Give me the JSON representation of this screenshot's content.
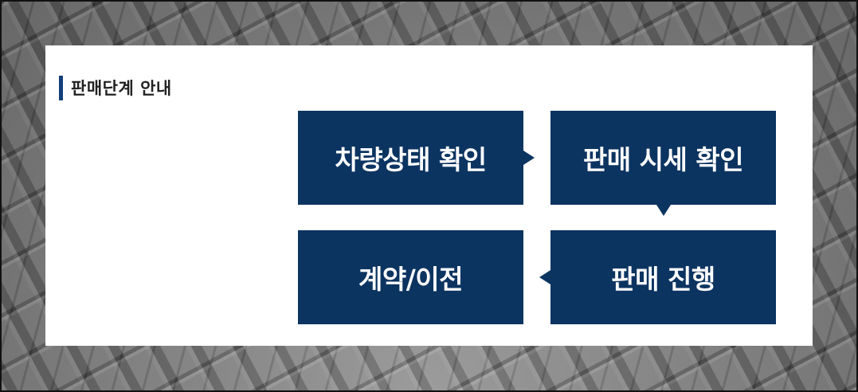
{
  "section": {
    "title": "판매단계 안내"
  },
  "steps": [
    {
      "label": "차량상태 확인"
    },
    {
      "label": "판매 시세 확인"
    },
    {
      "label": "판매 진행"
    },
    {
      "label": "계약/이전"
    }
  ],
  "colors": {
    "step_background": "#0c3461",
    "title_accent": "#123f78",
    "card_background": "#ffffff"
  },
  "icons": {
    "flow_arrow_1": "arrow-right-icon",
    "flow_arrow_2": "arrow-down-icon",
    "flow_arrow_3": "arrow-left-icon"
  }
}
